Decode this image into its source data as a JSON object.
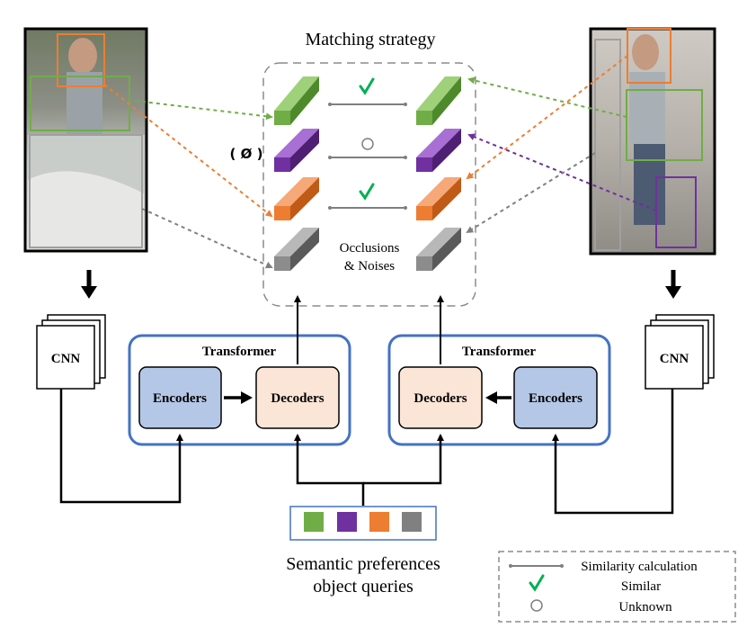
{
  "title": "Matching strategy",
  "empty_set_label": "( Ø )",
  "occlusions_label_line1": "Occlusions",
  "occlusions_label_line2": "& Noises",
  "left_transformer": {
    "title": "Transformer",
    "encoders": "Encoders",
    "decoders": "Decoders"
  },
  "right_transformer": {
    "title": "Transformer",
    "encoders": "Encoders",
    "decoders": "Decoders"
  },
  "left_cnn": "CNN",
  "right_cnn": "CNN",
  "queries_caption_line1": "Semantic preferences",
  "queries_caption_line2": "object queries",
  "legend": {
    "similarity": "Similarity calculation",
    "similar": "Similar",
    "unknown": "Unknown"
  },
  "match_symbols": [
    "check-mark",
    "circle",
    "check-mark",
    "none"
  ],
  "colors": {
    "green": "#70ad47",
    "purple": "#7030a0",
    "orange": "#ed7d31",
    "gray": "#808080",
    "box_border": "#4472c4",
    "encoder_fill": "#b4c7e7",
    "decoder_fill": "#fbe5d6",
    "check": "#00b050"
  }
}
